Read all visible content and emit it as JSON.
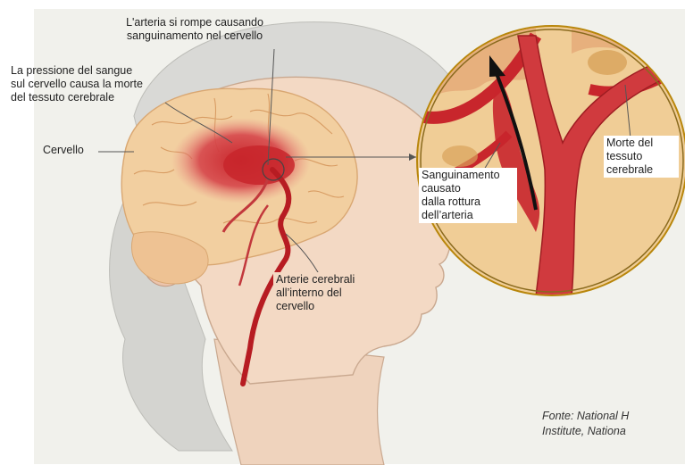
{
  "labels": {
    "rupture": "L'arteria si rompe causando\nsanguinamento nel cervello",
    "pressure": "La pressione del sangue\nsul cervello causa la morte\ndel tessuto cerebrale",
    "brain": "Cervello",
    "arteries": "Arterie cerebrali\nall’interno del\ncervello",
    "bleeding": "Sanguinamento\ncausato\ndalla rottura\ndell’arteria",
    "tissue_death": "Morte del\ntessuto\ncerebrale"
  },
  "source": "Fonte: National H\nInstitute, Nationa",
  "colors": {
    "background_panel": "#f1f1ec",
    "skin": "#f3d9c4",
    "brain": "#f2cfa0",
    "blood": "#c8262c",
    "artery": "#b71c22",
    "circle_border": "#b8860b"
  }
}
